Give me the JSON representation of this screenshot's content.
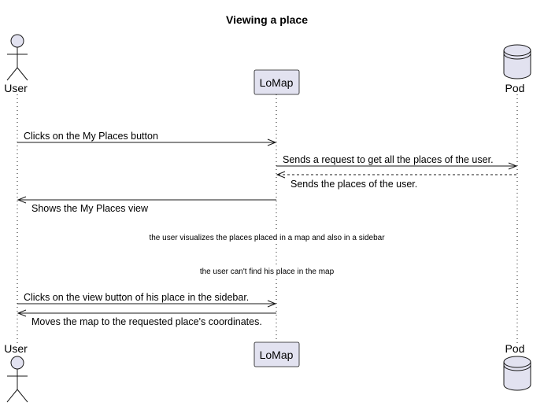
{
  "diagram": {
    "title": "Viewing a place",
    "participants": {
      "user": "User",
      "lomap": "LoMap",
      "pod": "Pod"
    },
    "messages": [
      "Clicks on the My Places button",
      "Sends a request to get all the places of the user.",
      "Sends the places of the user.",
      "Shows the My Places view",
      "Clicks on the view button of his place in the sidebar.",
      "Moves the map to the requested place's coordinates."
    ],
    "dividers": [
      "the user visualizes the places placed in a map and also in a sidebar",
      "the user can't find his place in the map"
    ],
    "colors": {
      "participant_fill": "#e2e2f0",
      "line": "#181818"
    }
  }
}
